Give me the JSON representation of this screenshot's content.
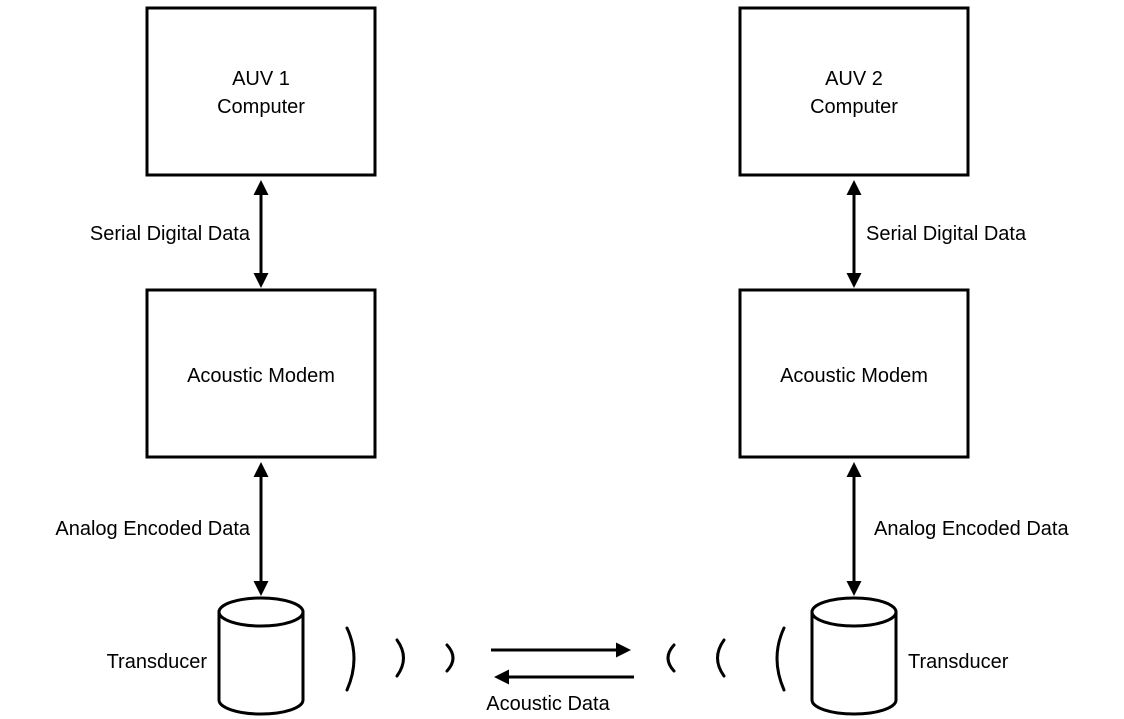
{
  "auv1": {
    "computer": {
      "line1": "AUV 1",
      "line2": "Computer"
    },
    "serial_link": "Serial Digital Data",
    "modem": "Acoustic Modem",
    "analog_link": "Analog Encoded Data",
    "transducer": "Transducer"
  },
  "auv2": {
    "computer": {
      "line1": "AUV 2",
      "line2": "Computer"
    },
    "serial_link": "Serial Digital Data",
    "modem": "Acoustic Modem",
    "analog_link": "Analog Encoded Data",
    "transducer": "Transducer"
  },
  "acoustic_link": "Acoustic Data",
  "colors": {
    "stroke": "#000000",
    "background": "#ffffff"
  }
}
